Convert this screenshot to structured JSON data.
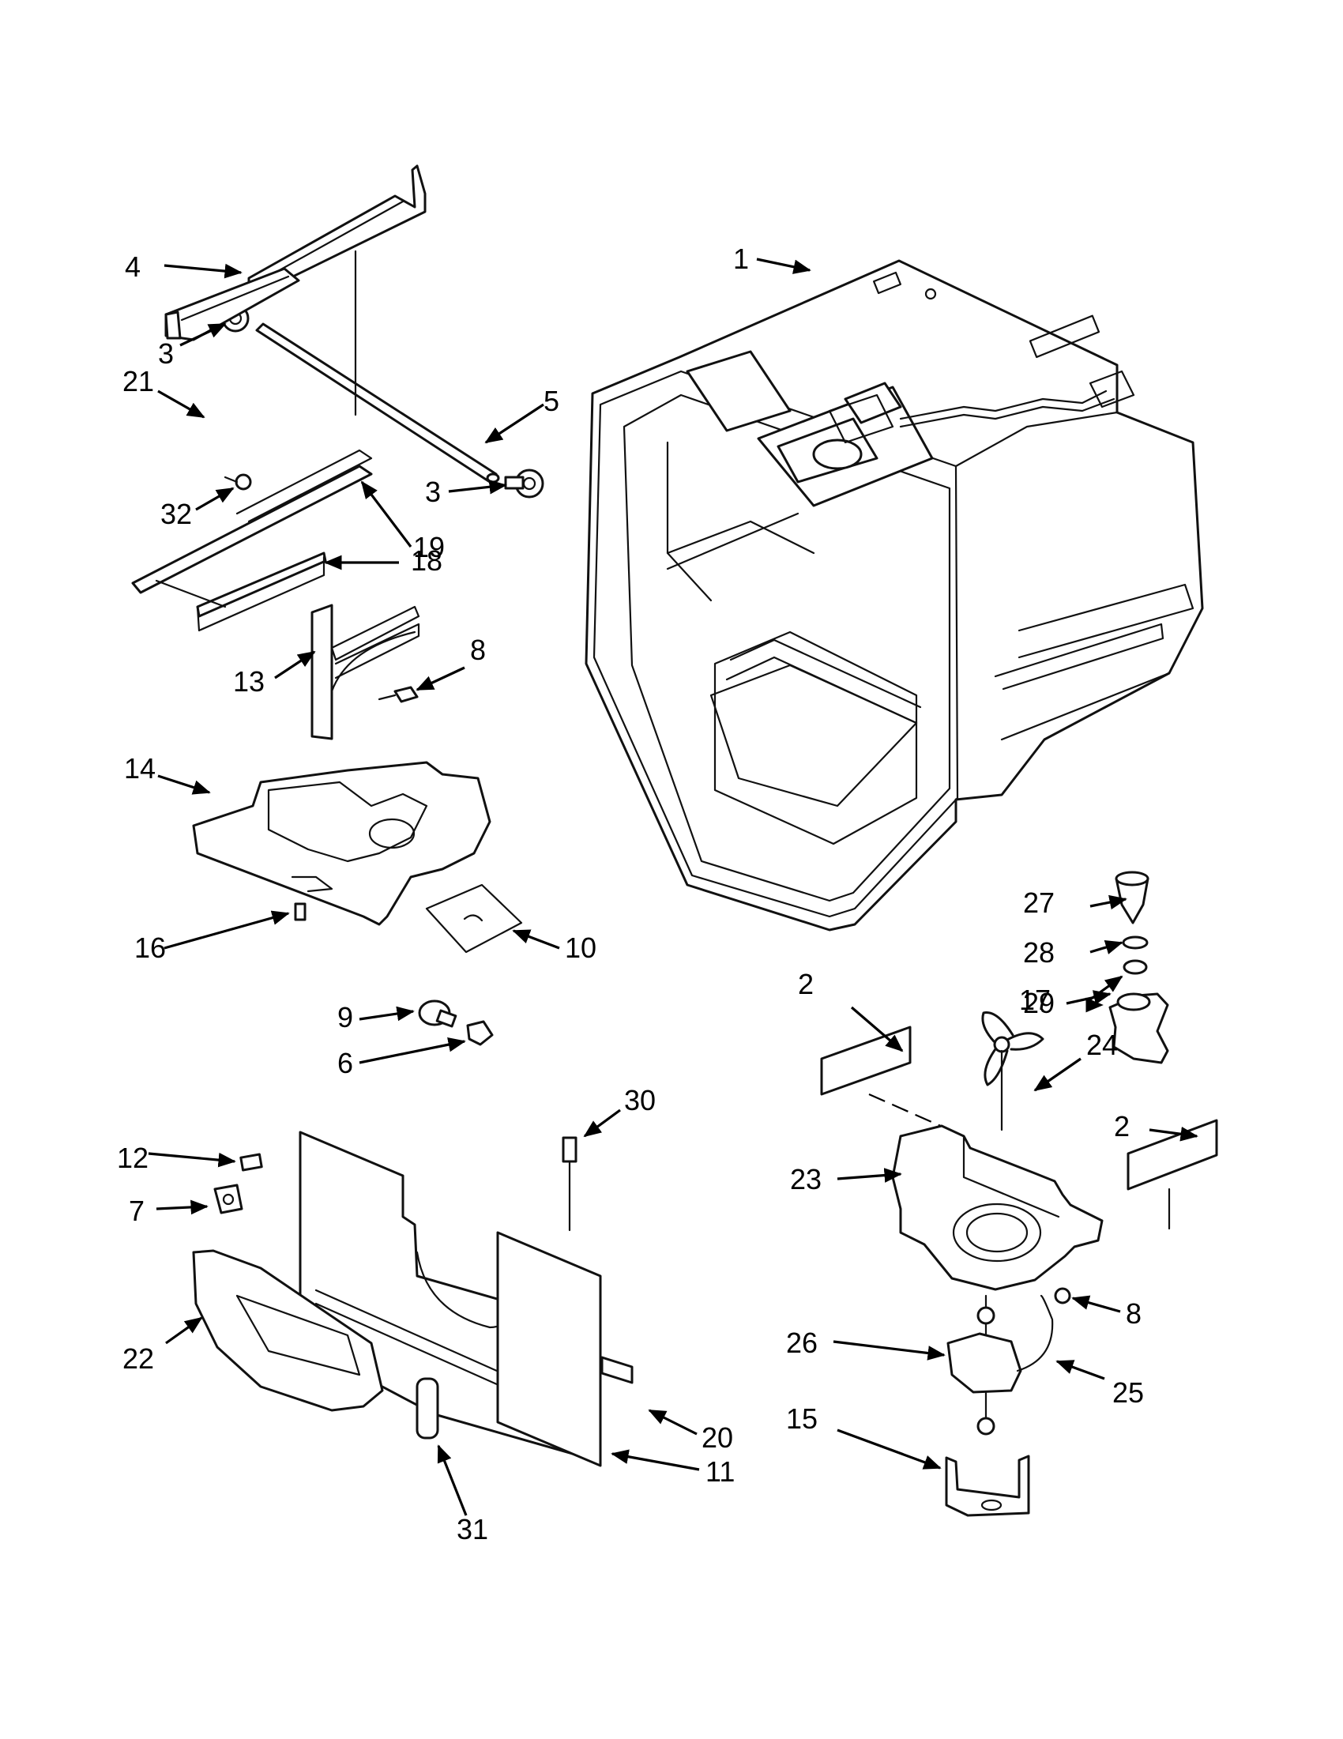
{
  "callouts": [
    "1",
    "2",
    "2",
    "3",
    "3",
    "4",
    "5",
    "6",
    "7",
    "8",
    "8",
    "9",
    "10",
    "11",
    "12",
    "13",
    "14",
    "15",
    "16",
    "17",
    "18",
    "19",
    "20",
    "21",
    "22",
    "23",
    "24",
    "25",
    "26",
    "27",
    "28",
    "29",
    "30",
    "31",
    "32"
  ]
}
